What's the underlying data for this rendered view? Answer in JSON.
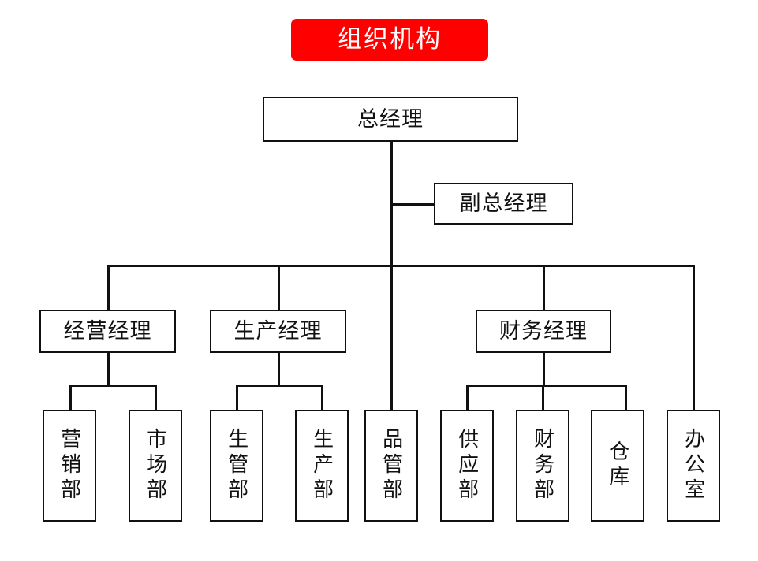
{
  "title": {
    "text": "组织机构",
    "background_color": "#FF0000",
    "text_color": "#FFFFFF"
  },
  "chart_data": {
    "type": "diagram",
    "diagram_kind": "organization-chart",
    "title": "组织机构",
    "node_border_color": "#111111",
    "node_fill_color": "#FFFFFF",
    "connector_color": "#111111",
    "nodes": [
      {
        "id": "gm",
        "label": "总经理",
        "level": 0,
        "orientation": "horizontal"
      },
      {
        "id": "deputy_gm",
        "label": "副总经理",
        "level": 1,
        "orientation": "horizontal"
      },
      {
        "id": "ops_mgr",
        "label": "经营经理",
        "level": 2,
        "orientation": "horizontal"
      },
      {
        "id": "prod_mgr",
        "label": "生产经理",
        "level": 2,
        "orientation": "horizontal"
      },
      {
        "id": "fin_mgr",
        "label": "财务经理",
        "level": 2,
        "orientation": "horizontal"
      },
      {
        "id": "dept_yx",
        "label": "营销部",
        "level": 3,
        "orientation": "vertical"
      },
      {
        "id": "dept_sc",
        "label": "市场部",
        "level": 3,
        "orientation": "vertical"
      },
      {
        "id": "dept_sg",
        "label": "生管部",
        "level": 3,
        "orientation": "vertical"
      },
      {
        "id": "dept_scb",
        "label": "生产部",
        "level": 3,
        "orientation": "vertical"
      },
      {
        "id": "dept_pg",
        "label": "品管部",
        "level": 3,
        "orientation": "vertical"
      },
      {
        "id": "dept_gy",
        "label": "供应部",
        "level": 3,
        "orientation": "vertical"
      },
      {
        "id": "dept_cw",
        "label": "财务部",
        "level": 3,
        "orientation": "vertical"
      },
      {
        "id": "dept_ck",
        "label": "仓库",
        "level": 3,
        "orientation": "vertical"
      },
      {
        "id": "dept_bgs",
        "label": "办公室",
        "level": 3,
        "orientation": "vertical"
      }
    ],
    "edges": [
      {
        "from": "gm",
        "to": "deputy_gm"
      },
      {
        "from": "gm",
        "to": "ops_mgr"
      },
      {
        "from": "gm",
        "to": "prod_mgr"
      },
      {
        "from": "gm",
        "to": "fin_mgr"
      },
      {
        "from": "gm",
        "to": "dept_pg"
      },
      {
        "from": "gm",
        "to": "dept_bgs"
      },
      {
        "from": "ops_mgr",
        "to": "dept_yx"
      },
      {
        "from": "ops_mgr",
        "to": "dept_sc"
      },
      {
        "from": "prod_mgr",
        "to": "dept_sg"
      },
      {
        "from": "prod_mgr",
        "to": "dept_scb"
      },
      {
        "from": "fin_mgr",
        "to": "dept_gy"
      },
      {
        "from": "fin_mgr",
        "to": "dept_cw"
      },
      {
        "from": "fin_mgr",
        "to": "dept_ck"
      }
    ]
  },
  "nodes": {
    "gm": {
      "label": "总经理"
    },
    "deputy_gm": {
      "label": "副总经理"
    },
    "ops_mgr": {
      "label": "经营经理"
    },
    "prod_mgr": {
      "label": "生产经理"
    },
    "fin_mgr": {
      "label": "财务经理"
    },
    "dept_yx": {
      "label": "营销部"
    },
    "dept_sc": {
      "label": "市场部"
    },
    "dept_sg": {
      "label": "生管部"
    },
    "dept_scb": {
      "label": "生产部"
    },
    "dept_pg": {
      "label": "品管部"
    },
    "dept_gy": {
      "label": "供应部"
    },
    "dept_cw": {
      "label": "财务部"
    },
    "dept_ck": {
      "label": "仓库"
    },
    "dept_bgs": {
      "label": "办公室"
    }
  }
}
